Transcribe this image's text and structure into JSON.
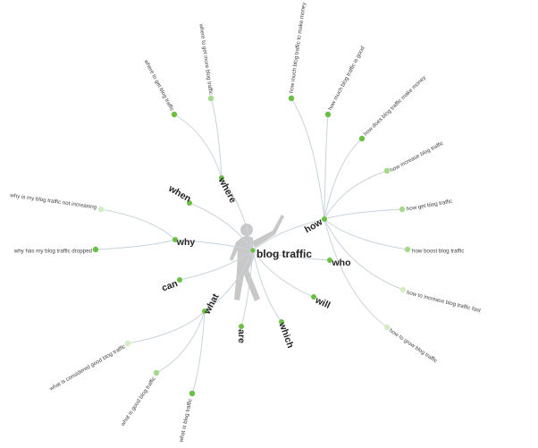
{
  "center": {
    "label": "blog traffic"
  },
  "colors": {
    "edge": "#c9d3dc",
    "hub": "#6cbf45",
    "leaf_dark": "#6cbf45",
    "leaf_mid": "#a6d98a",
    "leaf_light": "#d3edc4",
    "silhouette": "#c8c8c8"
  },
  "hubs": [
    {
      "id": "when",
      "label": "when"
    },
    {
      "id": "where",
      "label": "where",
      "leaves": [
        {
          "label": "where to get blog traffic",
          "shade": "dark"
        },
        {
          "label": "where to get more blog traffic",
          "shade": "mid"
        }
      ]
    },
    {
      "id": "why",
      "label": "why",
      "leaves": [
        {
          "label": "why is my blog traffic not increasing",
          "shade": "light"
        },
        {
          "label": "why has my blog traffic dropped",
          "shade": "dark"
        }
      ]
    },
    {
      "id": "how",
      "label": "how",
      "leaves": [
        {
          "label": "how much blog traffic to make money",
          "shade": "dark"
        },
        {
          "label": "how much blog traffic is good",
          "shade": "dark"
        },
        {
          "label": "how does blog traffic make money",
          "shade": "dark"
        },
        {
          "label": "how increase blog traffic",
          "shade": "mid"
        },
        {
          "label": "how get blog traffic",
          "shade": "mid"
        },
        {
          "label": "how boost blog traffic",
          "shade": "mid"
        },
        {
          "label": "how to increase blog traffic fast",
          "shade": "light"
        },
        {
          "label": "how to grow blog traffic",
          "shade": "light"
        }
      ]
    },
    {
      "id": "who",
      "label": "who"
    },
    {
      "id": "will",
      "label": "will"
    },
    {
      "id": "which",
      "label": "which"
    },
    {
      "id": "are",
      "label": "are"
    },
    {
      "id": "what",
      "label": "what",
      "leaves": [
        {
          "label": "what is considered good blog traffic",
          "shade": "light"
        },
        {
          "label": "what is good blog traffic",
          "shade": "mid"
        },
        {
          "label": "what is blog traffic",
          "shade": "dark"
        }
      ]
    },
    {
      "id": "can",
      "label": "can"
    }
  ]
}
